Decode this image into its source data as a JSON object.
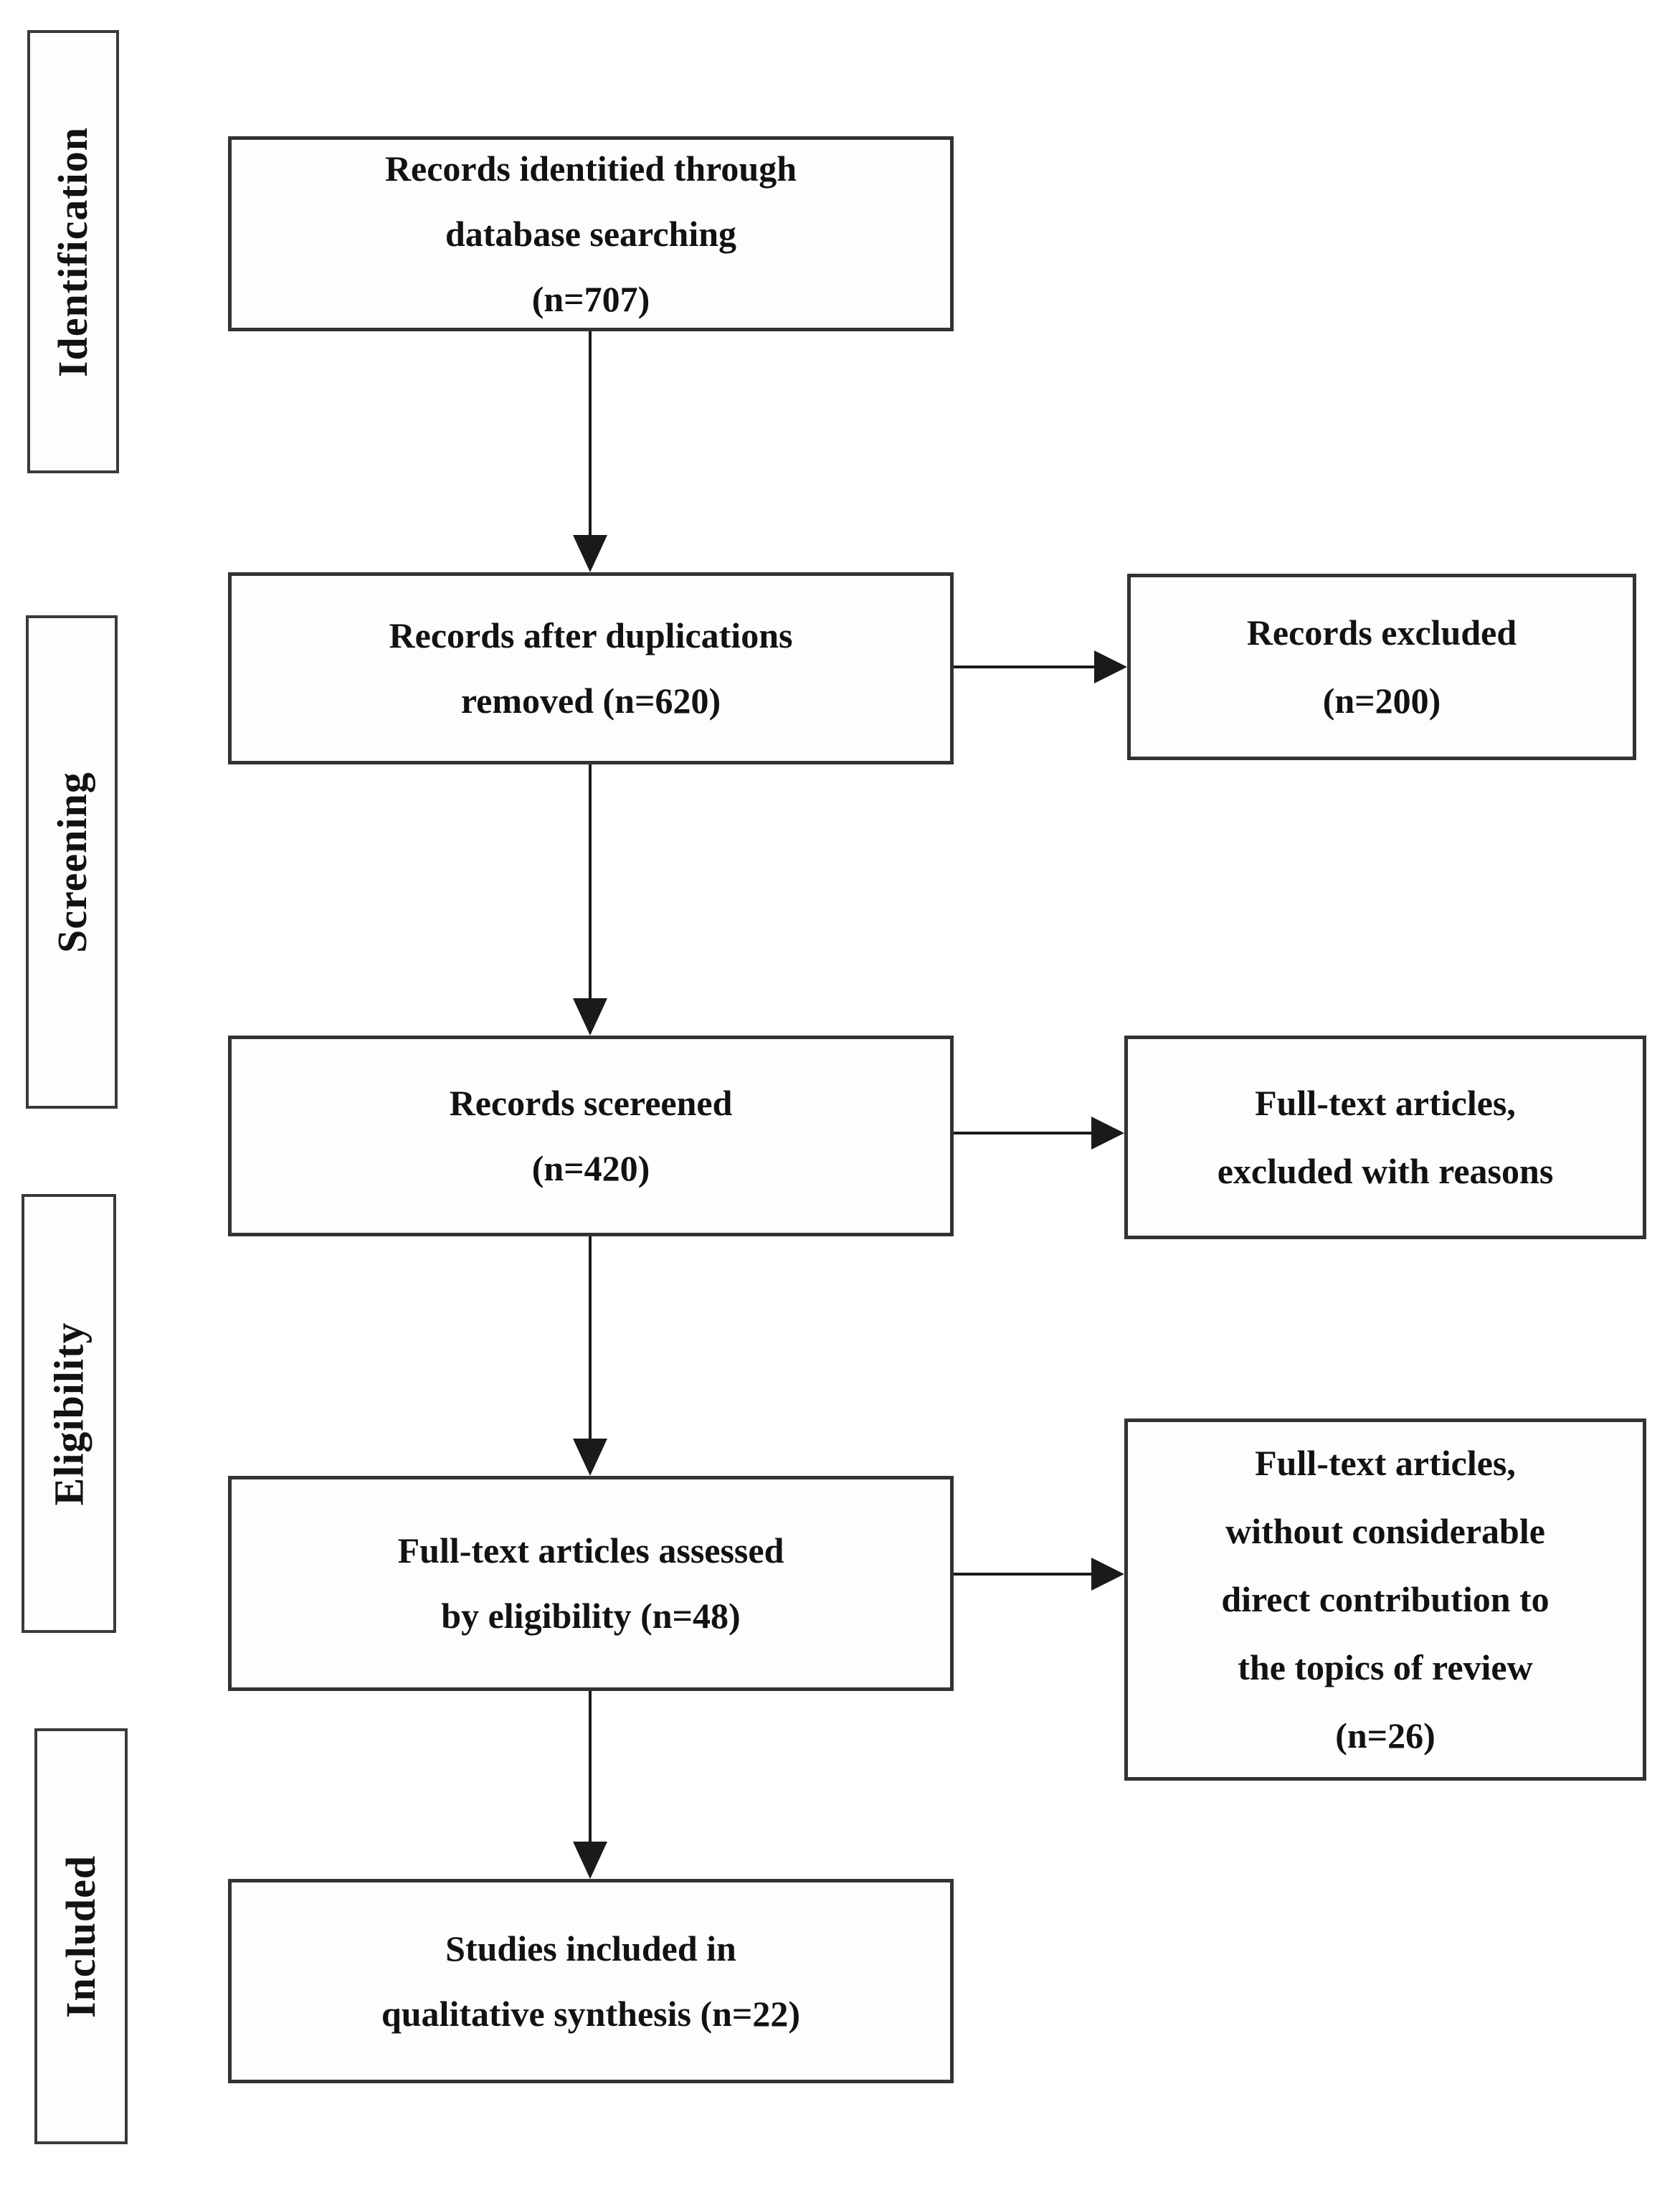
{
  "figure": {
    "type": "prisma-flow-diagram",
    "stages": [
      {
        "label": "Identification"
      },
      {
        "label": "Screening"
      },
      {
        "label": "Eligibility"
      },
      {
        "label": "Included"
      }
    ],
    "flow": [
      {
        "lines": [
          "Records identitied through",
          "database searching",
          "(n=707)"
        ],
        "n": 707
      },
      {
        "lines": [
          "Records after duplications",
          "removed (n=620)"
        ],
        "n": 620
      },
      {
        "lines": [
          "Records scereened",
          "(n=420)"
        ],
        "n": 420
      },
      {
        "lines": [
          "Full-text articles assessed",
          "by eligibility (n=48)"
        ],
        "n": 48
      },
      {
        "lines": [
          "Studies included in",
          "qualitative synthesis (n=22)"
        ],
        "n": 22
      }
    ],
    "side": [
      {
        "lines": [
          "Records excluded",
          "(n=200)"
        ],
        "n": 200
      },
      {
        "lines": [
          "Full-text articles,",
          "excluded with reasons"
        ]
      },
      {
        "lines": [
          "Full-text articles,",
          "without considerable",
          "direct contribution to",
          "the topics of review",
          "(n=26)"
        ],
        "n": 26
      }
    ],
    "colors": {
      "text": "#121212",
      "border": "#333333",
      "arrow": "#1a1a1a",
      "background": "#ffffff"
    }
  }
}
